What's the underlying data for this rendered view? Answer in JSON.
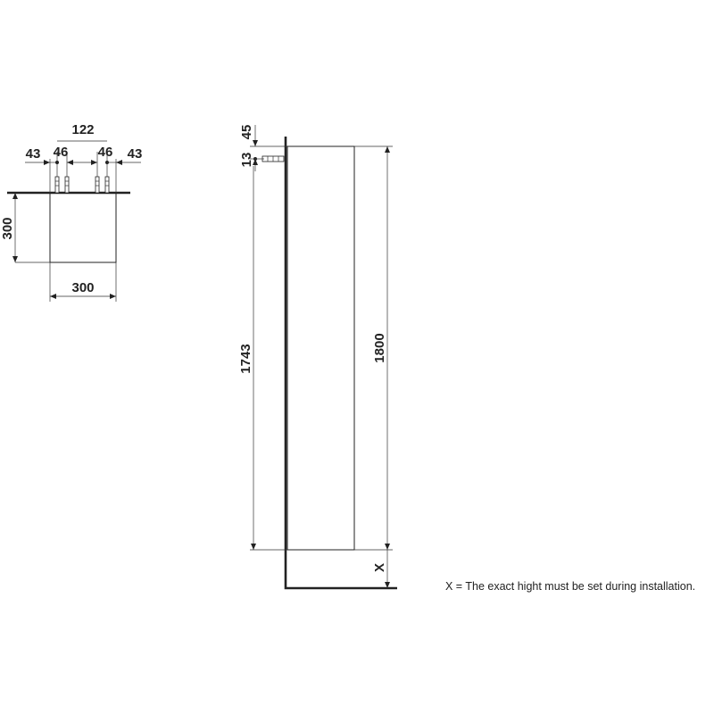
{
  "top_view": {
    "width_label": "300",
    "depth_label": "300",
    "spacing_total_label": "122",
    "left_edge_label": "43",
    "left_gap_label": "46",
    "right_gap_label": "46",
    "right_edge_label": "43"
  },
  "side_view": {
    "top_offset_label": "45",
    "bolt_label": "13",
    "mount_height_label": "1743",
    "cabinet_height_label": "1800",
    "floor_gap_label": "X"
  },
  "note": "X = The exact hight must be set during installation."
}
